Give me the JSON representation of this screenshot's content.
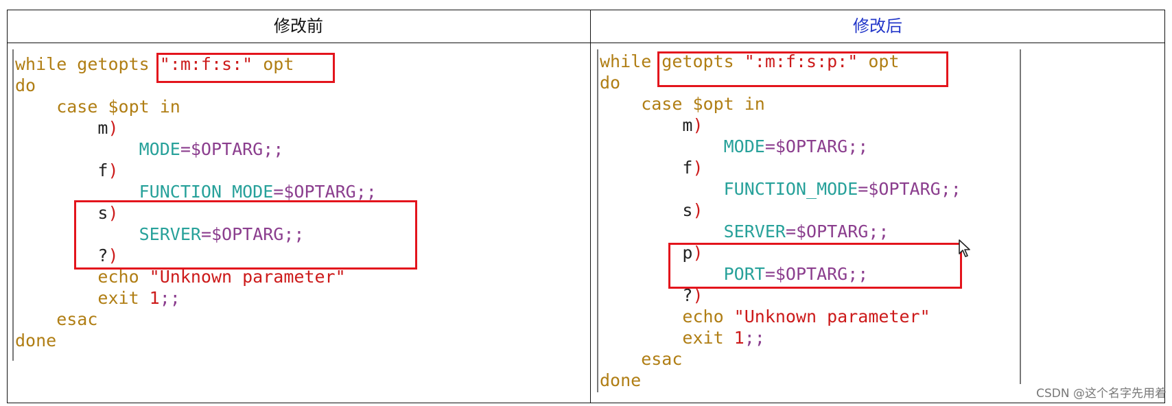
{
  "headers": {
    "left": "修改前",
    "right": "修改后"
  },
  "left_code": {
    "l1_kw": "while getopts ",
    "l1_str": "\":m:f:s:\"",
    "l1_opt": " opt",
    "l2": "do",
    "l3_kw": "    case $opt in",
    "l4_case": "        m",
    "l4_paren": ")",
    "l5_var": "            MODE",
    "l5_val": "=$OPTARG;;",
    "l6_case": "        f",
    "l6_paren": ")",
    "l7_var": "            FUNCTION_MODE",
    "l7_val": "=$OPTARG;;",
    "l8_case": "        s",
    "l8_paren": ")",
    "l9_var": "            SERVER",
    "l9_val": "=$OPTARG;;",
    "l10_case": "        ?",
    "l10_paren": ")",
    "l11_kw": "        echo ",
    "l11_str": "\"Unknown parameter\"",
    "l12_kw": "        exit ",
    "l12_num": "1",
    "l12_rest": ";;",
    "l13": "    esac",
    "l14": "done"
  },
  "right_code": {
    "l1_kw": "while getopts ",
    "l1_str": "\":m:f:s:p:\"",
    "l1_opt": " opt",
    "l2": "do",
    "l3_kw": "    case $opt in",
    "l4_case": "        m",
    "l4_paren": ")",
    "l5_var": "            MODE",
    "l5_val": "=$OPTARG;;",
    "l6_case": "        f",
    "l6_paren": ")",
    "l7_var": "            FUNCTION_MODE",
    "l7_val": "=$OPTARG;;",
    "l8_case": "        s",
    "l8_paren": ")",
    "l9_var": "            SERVER",
    "l9_val": "=$OPTARG;;",
    "l10_case": "        p",
    "l10_paren": ")",
    "l11_var": "            PORT",
    "l11_val": "=$OPTARG;;",
    "l12_case": "        ?",
    "l12_paren": ")",
    "l13_kw": "        echo ",
    "l13_str": "\"Unknown parameter\"",
    "l14_kw": "        exit ",
    "l14_num": "1",
    "l14_rest": ";;",
    "l15": "    esac",
    "l16": "done"
  },
  "watermark": "CSDN @这个名字先用着",
  "colors": {
    "highlight": "#e3141c",
    "keyword": "#b07e14",
    "string": "#cc1a1a",
    "variable": "#27a19a",
    "value": "#8b3e8e",
    "header_right": "#2236c9"
  },
  "icons": {
    "cursor": "mouse-pointer-icon"
  }
}
